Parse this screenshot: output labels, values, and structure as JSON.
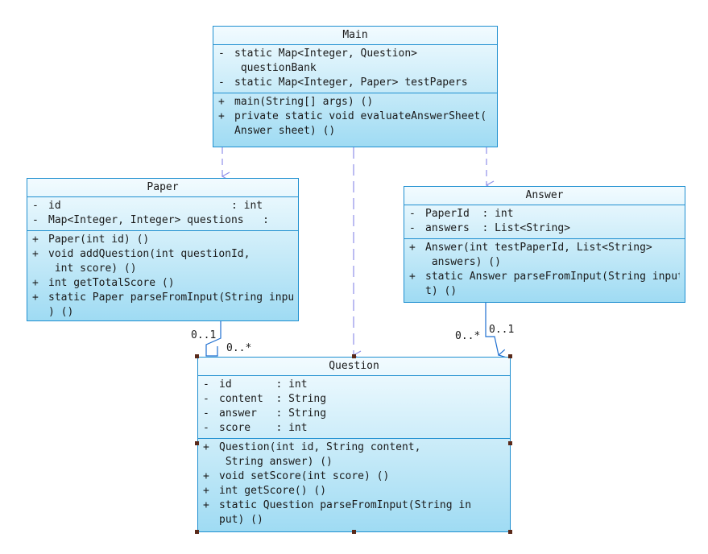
{
  "classes": {
    "main": {
      "name": "Main",
      "fields": [
        {
          "vis": "-",
          "lines": [
            "static Map<Integer, Question>",
            " questionBank"
          ]
        },
        {
          "vis": "-",
          "lines": [
            "static Map<Integer, Paper> testPapers"
          ]
        }
      ],
      "methods": [
        {
          "vis": "+",
          "lines": [
            "main(String[] args) ()"
          ]
        },
        {
          "vis": "+",
          "lines": [
            "private static void evaluateAnswerSheet(",
            "Answer sheet) ()"
          ]
        }
      ]
    },
    "paper": {
      "name": "Paper",
      "fields": [
        {
          "vis": "-",
          "lines": [
            "id                           : int"
          ]
        },
        {
          "vis": "-",
          "lines": [
            "Map<Integer, Integer> questions   :"
          ]
        }
      ],
      "methods": [
        {
          "vis": "+",
          "lines": [
            "Paper(int id) ()"
          ]
        },
        {
          "vis": "+",
          "lines": [
            "void addQuestion(int questionId,",
            " int score) ()"
          ]
        },
        {
          "vis": "+",
          "lines": [
            "int getTotalScore ()"
          ]
        },
        {
          "vis": "+",
          "lines": [
            "static Paper parseFromInput(String input",
            ") ()"
          ]
        }
      ]
    },
    "answer": {
      "name": "Answer",
      "fields": [
        {
          "vis": "-",
          "lines": [
            "PaperId  : int"
          ]
        },
        {
          "vis": "-",
          "lines": [
            "answers  : List<String>"
          ]
        }
      ],
      "methods": [
        {
          "vis": "+",
          "lines": [
            "Answer(int testPaperId, List<String>",
            " answers) ()"
          ]
        },
        {
          "vis": "+",
          "lines": [
            "static Answer parseFromInput(String input",
            "t) ()"
          ]
        }
      ]
    },
    "question": {
      "name": "Question",
      "fields": [
        {
          "vis": "-",
          "lines": [
            "id       : int"
          ]
        },
        {
          "vis": "-",
          "lines": [
            "content  : String"
          ]
        },
        {
          "vis": "-",
          "lines": [
            "answer   : String"
          ]
        },
        {
          "vis": "-",
          "lines": [
            "score    : int"
          ]
        }
      ],
      "methods": [
        {
          "vis": "+",
          "lines": [
            "Question(int id, String content,",
            " String answer) ()"
          ]
        },
        {
          "vis": "+",
          "lines": [
            "void setScore(int score) ()"
          ]
        },
        {
          "vis": "+",
          "lines": [
            "int getScore() ()"
          ]
        },
        {
          "vis": "+",
          "lines": [
            "static Question parseFromInput(String in",
            "put) ()"
          ]
        }
      ]
    }
  },
  "multiplicities": {
    "paper_source": "0..1",
    "paper_target": "0..*",
    "answer_source": "0..1",
    "answer_target": "0..*"
  },
  "colors": {
    "border": "#1f8fd0",
    "arrow": "#8f8fe8",
    "line": "#1f6fd0"
  }
}
